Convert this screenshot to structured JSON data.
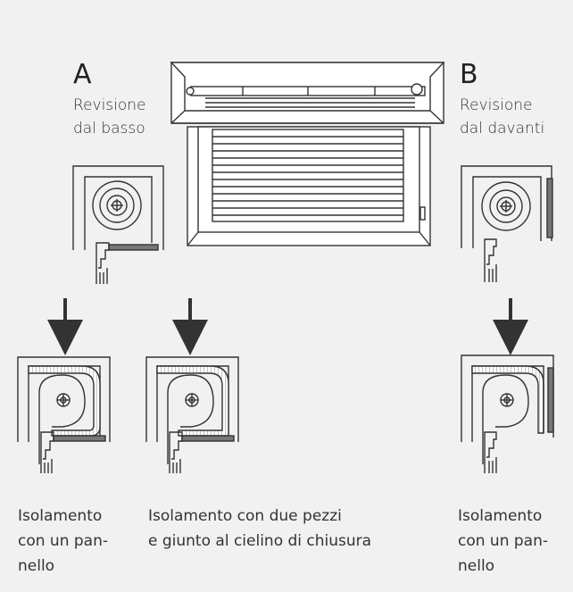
{
  "section_a": {
    "letter": "A",
    "subtitle": "Revisione\ndal basso"
  },
  "section_b": {
    "letter": "B",
    "subtitle": "Revisione\ndal davanti"
  },
  "captions": {
    "left": "Isolamento\ncon un pan-\nnello",
    "middle": "Isolamento con due pezzi\ne giunto al cielino di chiusura",
    "right": "Isolamento\ncon un pan-\nnello"
  },
  "colors": {
    "line": "#333333",
    "panel": "#777777",
    "background": "#f1f1f1"
  }
}
